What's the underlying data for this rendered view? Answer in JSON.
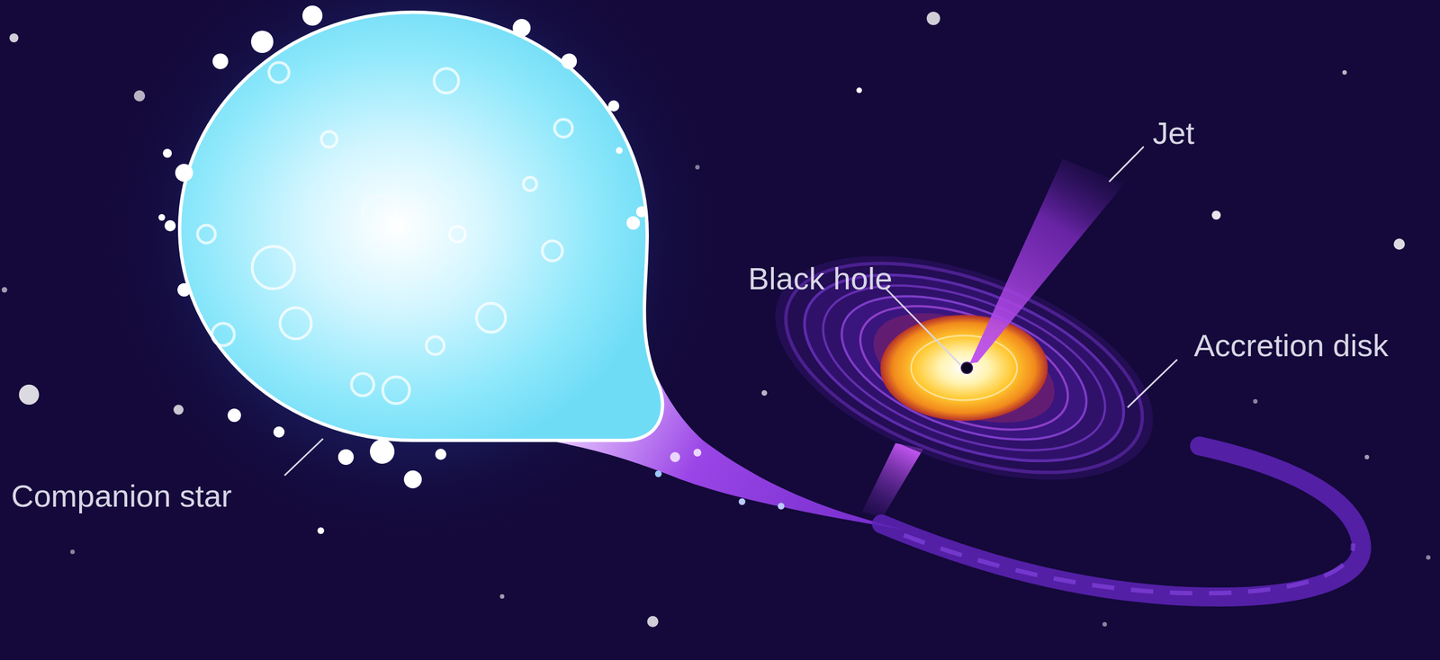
{
  "diagram": {
    "labels": [
      "Jet",
      "Black hole",
      "Accretion disk",
      "Companion star"
    ]
  }
}
